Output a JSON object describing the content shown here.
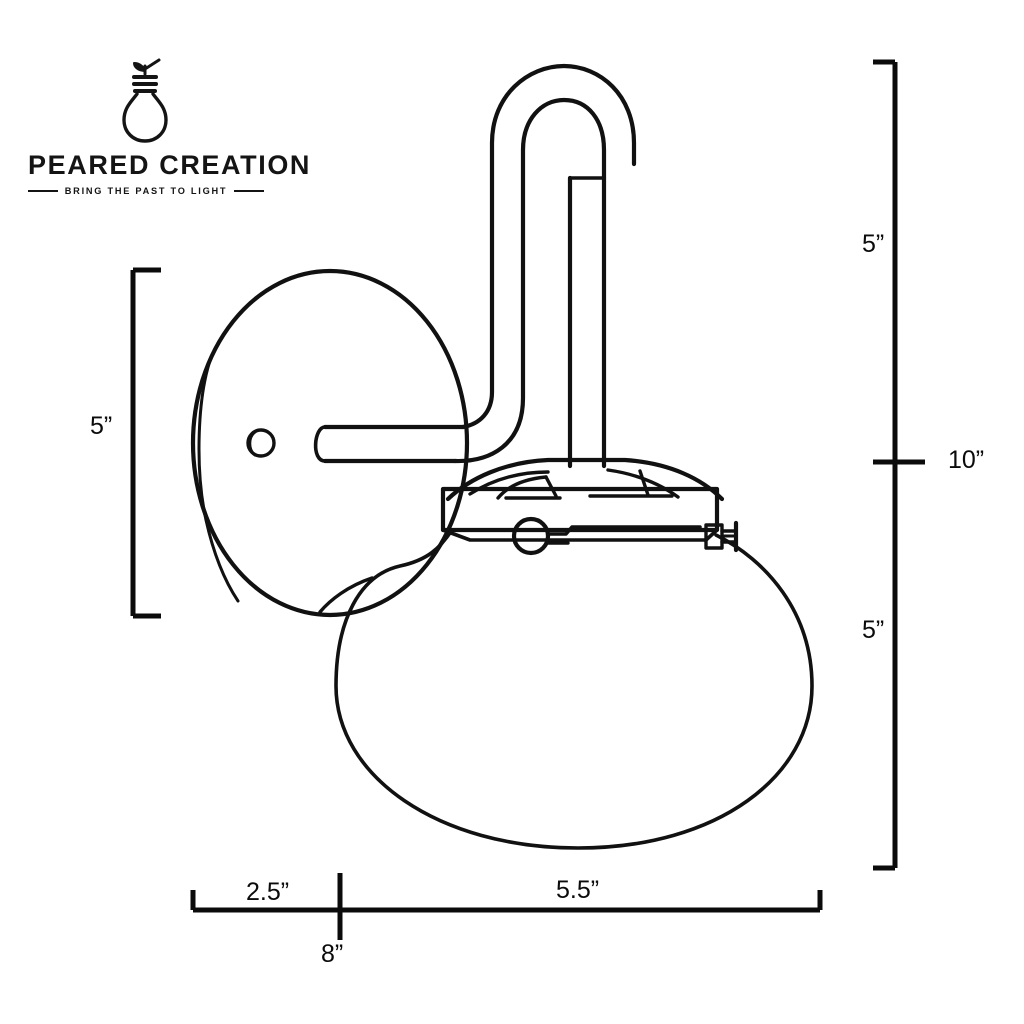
{
  "brand": {
    "name": "PEARED CREATION",
    "tagline": "BRING THE PAST TO LIGHT",
    "mark": "lightbulb-icon"
  },
  "drawing": {
    "title": "Wall sconce dimension drawing",
    "line_color": "#111111",
    "background_color": "#ffffff",
    "parts": [
      "wall-backplate",
      "mounting-screw-hole",
      "horizontal-arm",
      "gooseneck-hook",
      "vertical-stem",
      "shade-fitter",
      "fitter-band",
      "fitter-knob",
      "thumbscrew",
      "glass-globe-shade"
    ]
  },
  "dimensions": {
    "height_backplate": "5”",
    "height_upper": "5”",
    "height_total": "10”",
    "height_shade": "5”",
    "width_backplate": "2.5”",
    "width_shade": "5.5”",
    "width_total": "8”"
  },
  "chart_data": {
    "type": "table",
    "title": "Wall sconce measured dimensions",
    "categories": [
      "Backplate height",
      "Upper section height",
      "Overall height",
      "Shade height",
      "Backplate projection",
      "Shade width",
      "Overall width"
    ],
    "values": [
      5,
      5,
      10,
      5,
      2.5,
      5.5,
      8
    ],
    "unit": "inches",
    "labels": [
      "5”",
      "5”",
      "10”",
      "5”",
      "2.5”",
      "5.5”",
      "8”"
    ]
  }
}
